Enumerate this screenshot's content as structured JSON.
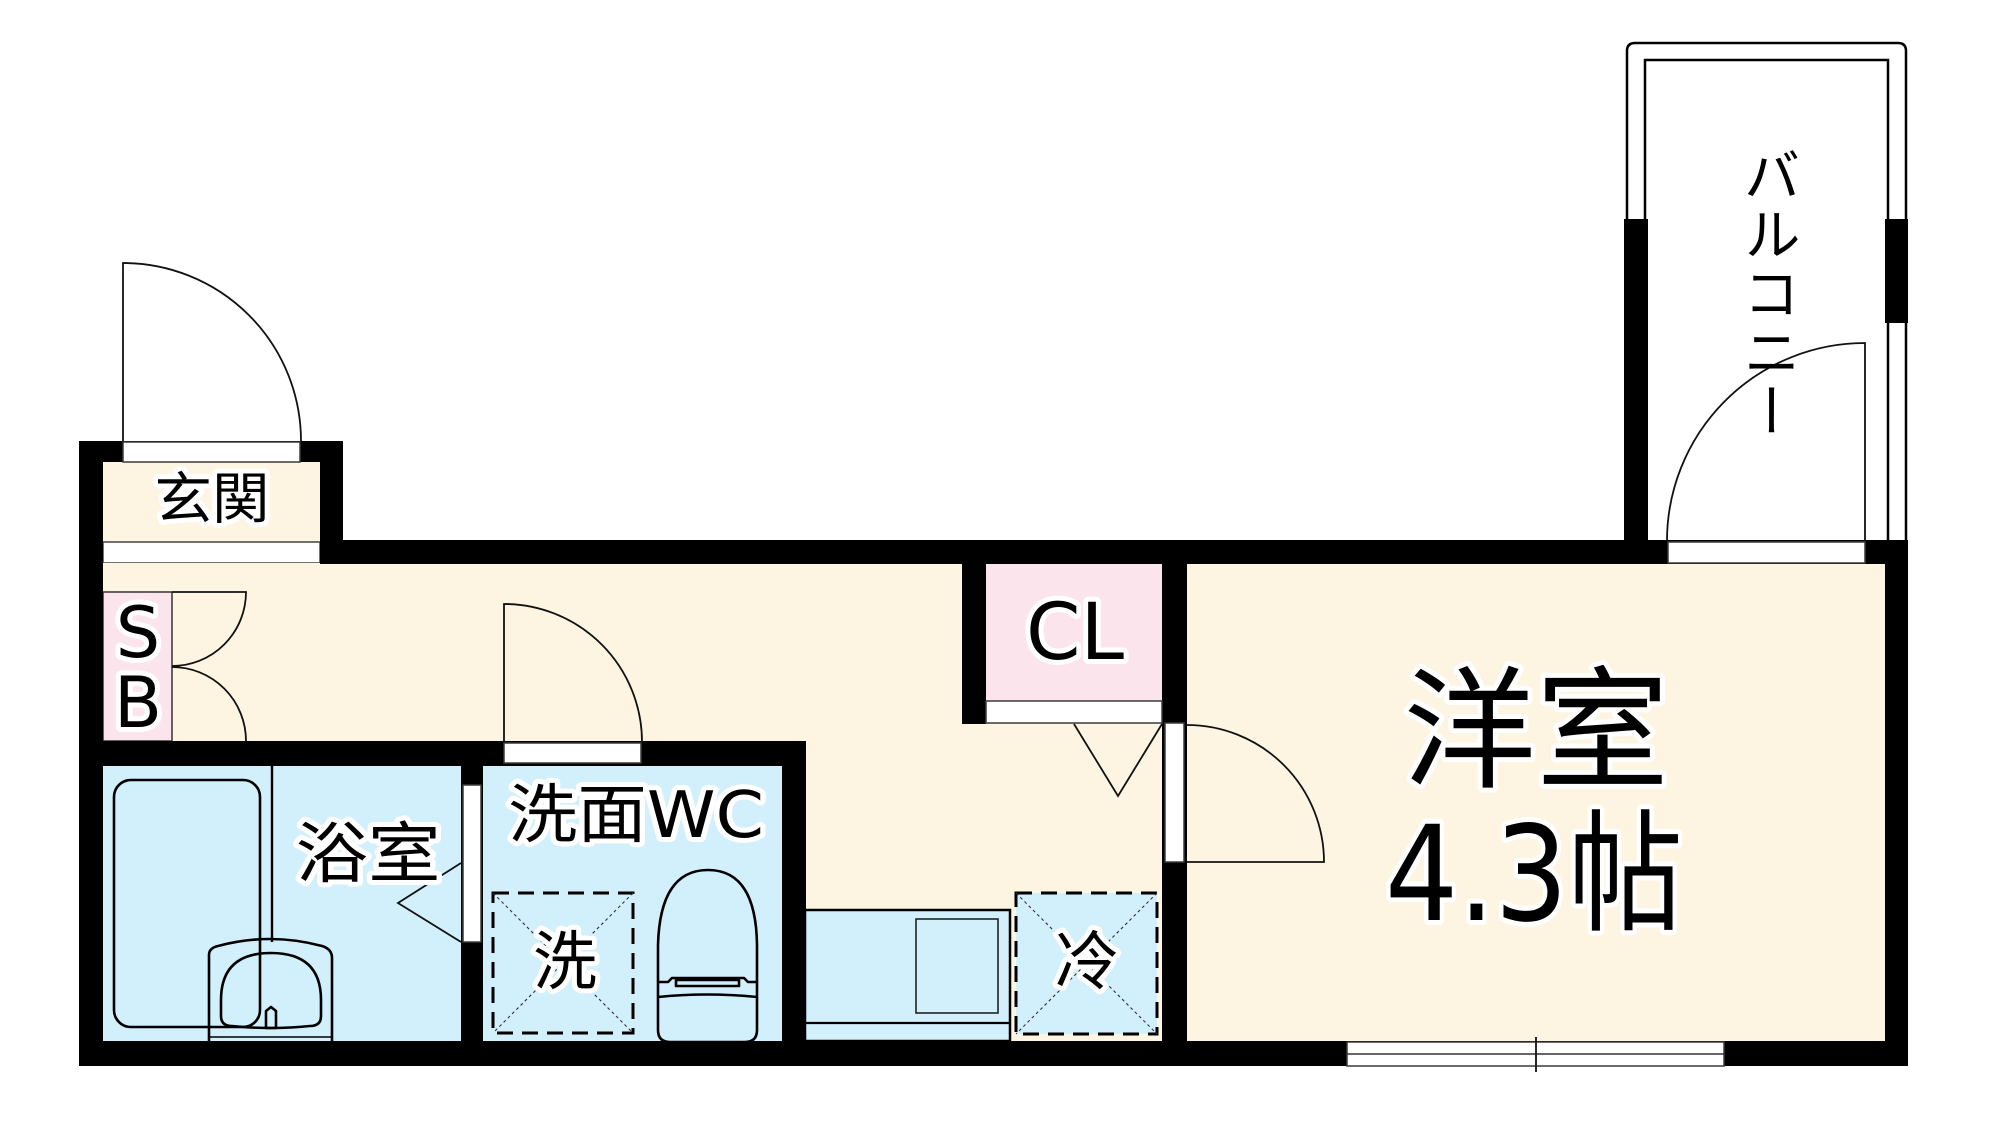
{
  "floor_plan": {
    "entrance": {
      "label": "玄関"
    },
    "shoe_box": {
      "label_top": "S",
      "label_bottom": "B"
    },
    "bathroom": {
      "label": "浴室"
    },
    "washroom_toilet": {
      "label": "洗面WC"
    },
    "washing_machine_space": {
      "label": "洗"
    },
    "refrigerator_space": {
      "label": "冷"
    },
    "closet": {
      "label": "CL"
    },
    "western_room": {
      "label": "洋室",
      "size": "4.3帖"
    },
    "balcony": {
      "label": "バルコニー"
    }
  },
  "colors": {
    "floor": "#FDF5E2",
    "wet_area": "#D2EFFC",
    "storage": "#FCE4EC",
    "wall": "#000000",
    "background": "#FFFFFF"
  }
}
